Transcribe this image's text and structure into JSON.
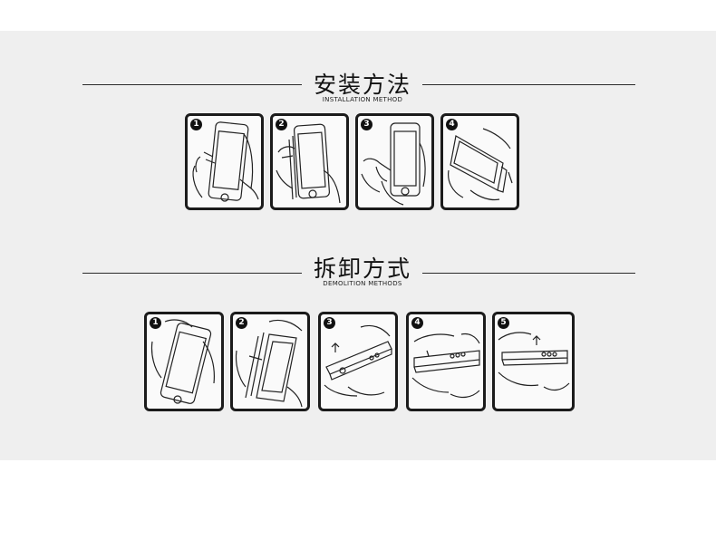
{
  "installation": {
    "title": "安装方法",
    "subtitle": "INSTALLATION METHOD",
    "steps": [
      {
        "number": "1",
        "icon": "phone-insert-icon"
      },
      {
        "number": "2",
        "icon": "phone-insert-icon"
      },
      {
        "number": "3",
        "icon": "phone-insert-icon"
      },
      {
        "number": "4",
        "icon": "phone-insert-icon"
      }
    ]
  },
  "demolition": {
    "title": "拆卸方式",
    "subtitle": "DEMOLITION METHODS",
    "steps": [
      {
        "number": "1",
        "icon": "phone-remove-icon"
      },
      {
        "number": "2",
        "icon": "phone-remove-icon"
      },
      {
        "number": "3",
        "icon": "phone-remove-icon"
      },
      {
        "number": "4",
        "icon": "phone-remove-icon"
      },
      {
        "number": "5",
        "icon": "phone-remove-icon"
      }
    ]
  },
  "colors": {
    "panel": "#efefef",
    "line": "#1b1b1b",
    "text": "#111111"
  }
}
